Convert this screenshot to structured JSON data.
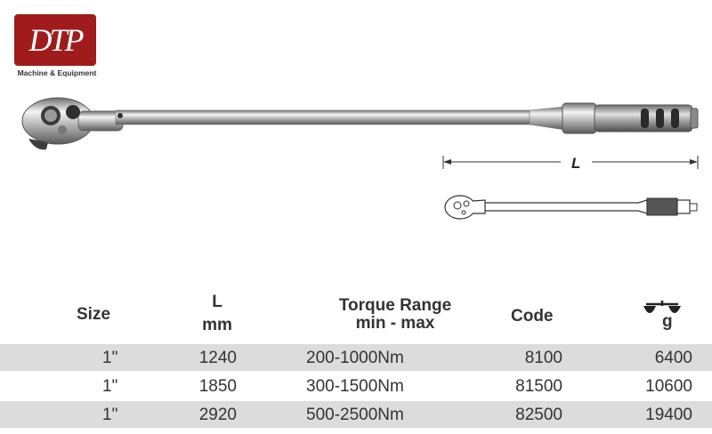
{
  "logo": {
    "letters": "DTP",
    "tagline": "Machine & Equipment",
    "color": "#a01c1c"
  },
  "dimension": {
    "label": "L"
  },
  "table": {
    "headers": {
      "size": "Size",
      "length": "L",
      "length_unit": "mm",
      "torque": "Torque Range",
      "torque_sub": "min - max",
      "code": "Code",
      "weight_unit": "g",
      "weight_icon": "balance-scale-icon"
    },
    "rows": [
      {
        "size": "1\"",
        "length": "1240",
        "torque": "200-1000Nm",
        "code": "8100",
        "weight": "6400"
      },
      {
        "size": "1\"",
        "length": "1850",
        "torque": "300-1500Nm",
        "code": "81500",
        "weight": "10600"
      },
      {
        "size": "1\"",
        "length": "2920",
        "torque": "500-2500Nm",
        "code": "82500",
        "weight": "19400"
      }
    ],
    "shade_color": "#dcdcdc"
  }
}
